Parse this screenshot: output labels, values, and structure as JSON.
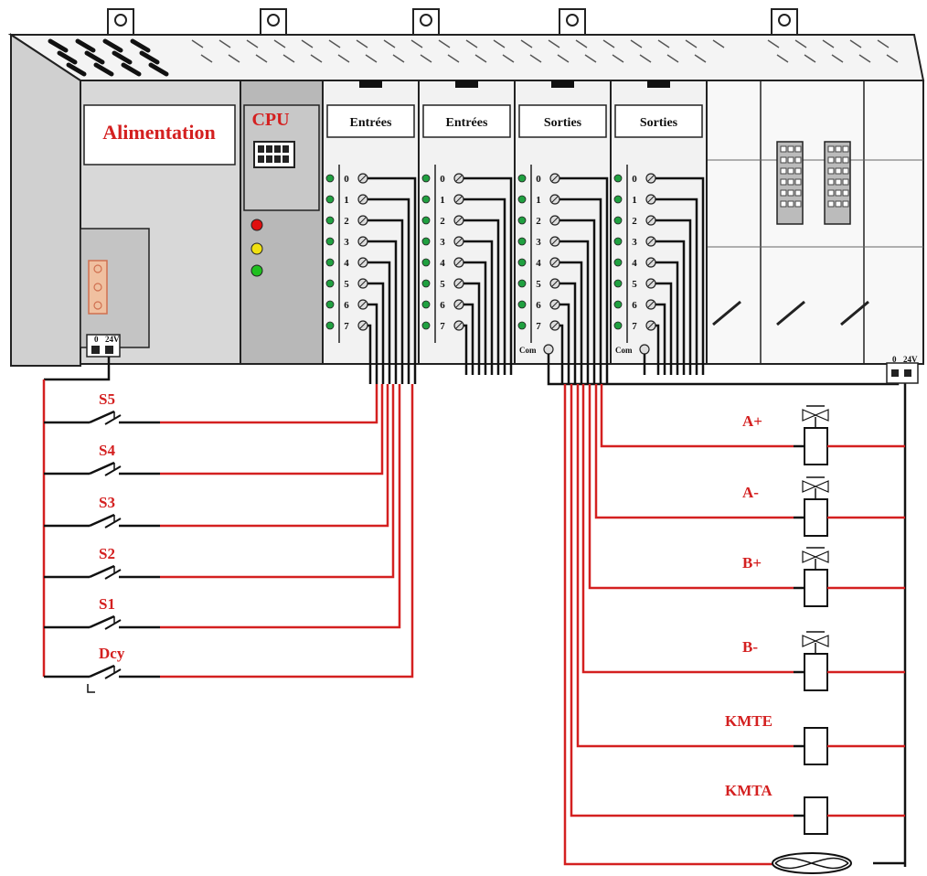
{
  "modules": {
    "power": {
      "label": "Alimentation"
    },
    "cpu": {
      "label": "CPU"
    },
    "inputs": [
      "Entrées",
      "Entrées"
    ],
    "outputs": [
      "Sorties",
      "Sorties"
    ]
  },
  "channels": [
    "0",
    "1",
    "2",
    "3",
    "4",
    "5",
    "6",
    "7"
  ],
  "com_label": "Com",
  "terminals": {
    "zero": "0",
    "v24": "24V"
  },
  "inputs_devices": [
    "S5",
    "S4",
    "S3",
    "S2",
    "S1",
    "Dcy"
  ],
  "output_devices": [
    "A+",
    "A-",
    "B+",
    "B-",
    "KMTE",
    "KMTA"
  ],
  "colors": {
    "wire": "#d42020",
    "label": "#d42020",
    "led_red": "#e01010",
    "led_yellow": "#f0e010",
    "led_green": "#20c020"
  }
}
